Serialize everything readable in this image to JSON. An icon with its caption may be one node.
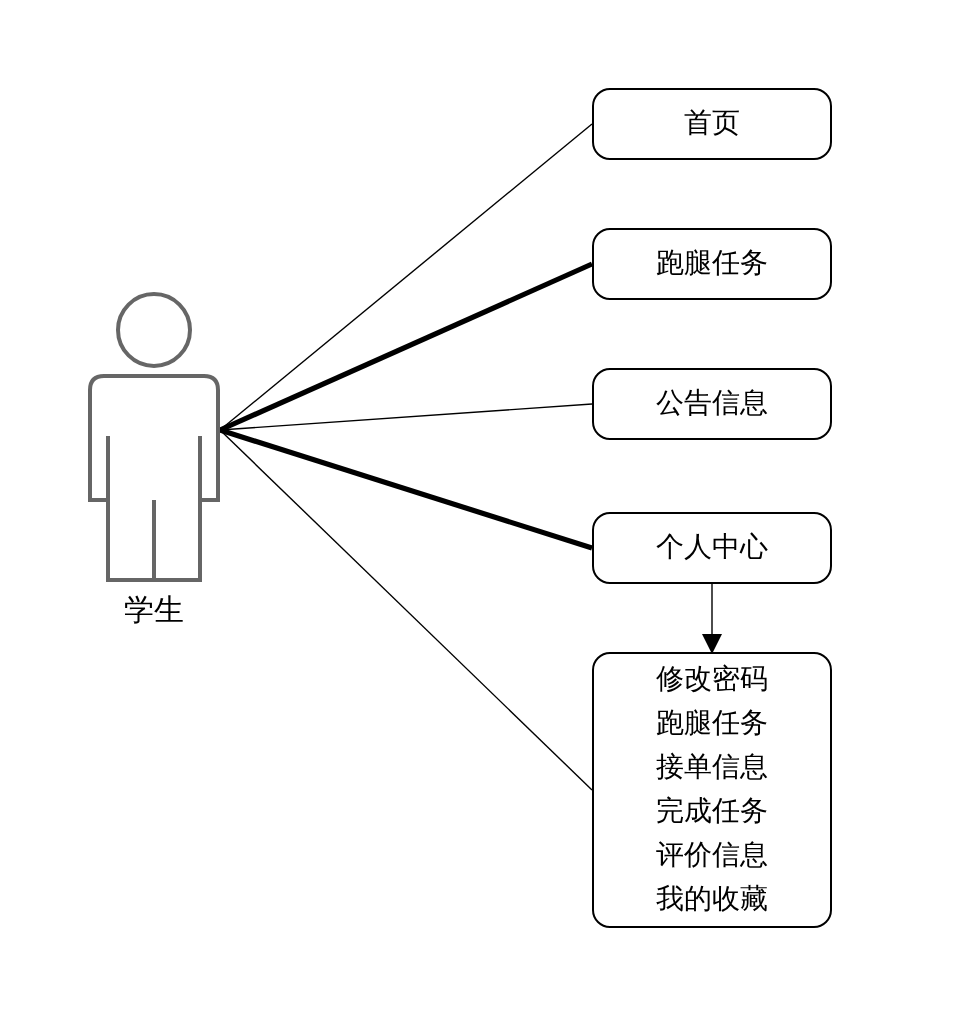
{
  "diagram": {
    "nodes": [
      {
        "text": [
          "学生"
        ]
      },
      {
        "text": [
          "首页"
        ]
      },
      {
        "text": [
          "跑腿任务"
        ]
      },
      {
        "text": [
          "公告信息"
        ]
      },
      {
        "text": [
          "个人中心"
        ]
      },
      {
        "text": [
          "修改密码",
          "跑腿任务",
          "接单信息",
          "完成任务",
          "评价信息",
          "我的收藏"
        ]
      }
    ],
    "edges": [
      {
        "from": 0,
        "to": 1,
        "arrow": "none"
      },
      {
        "from": 0,
        "to": 2,
        "arrow": "none",
        "style": "thick"
      },
      {
        "from": 0,
        "to": 3,
        "arrow": "none"
      },
      {
        "from": 0,
        "to": 4,
        "arrow": "none",
        "style": "thick"
      },
      {
        "from": 0,
        "to": 5,
        "arrow": "none"
      },
      {
        "from": 4,
        "to": 5,
        "arrow": "to"
      }
    ]
  }
}
